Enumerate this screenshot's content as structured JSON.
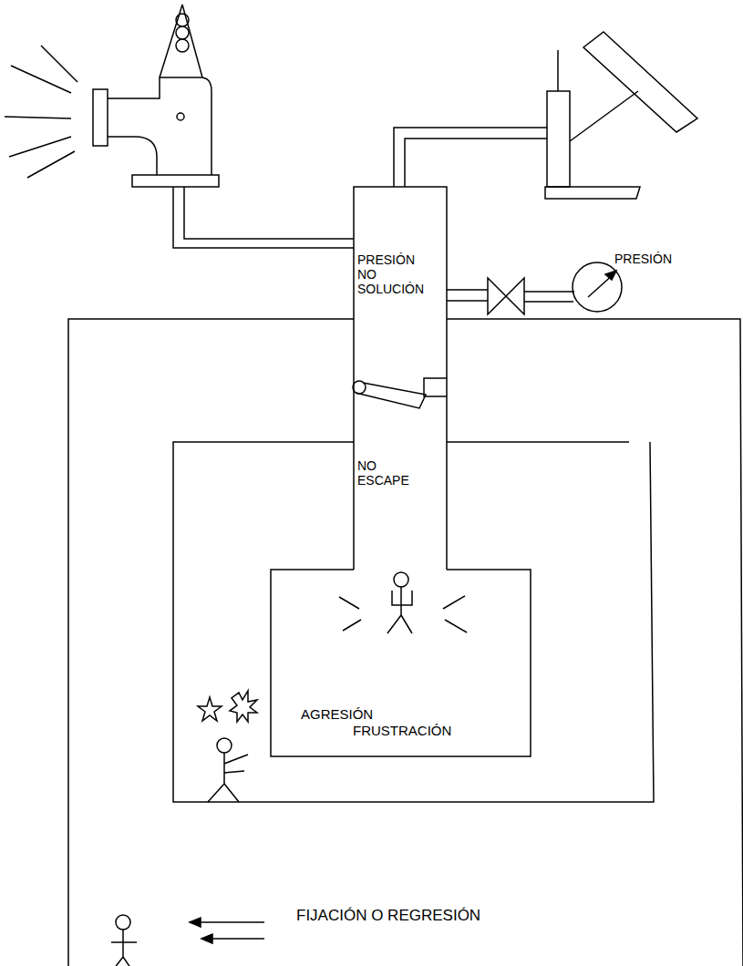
{
  "diagram": {
    "nodes": [
      {
        "text": [
          "PRESIÓN NO SOLUCIÓN",
          "NO ESCAPE"
        ]
      },
      {
        "text": [
          "FIJACIÓN O REGRESIÓN"
        ]
      },
      {
        "text": [
          "AGRESIÓN"
        ],
        "in": 1
      },
      {
        "text": [
          "FRUSTRACIÓN"
        ],
        "in": 2
      }
    ],
    "labels": [
      "PRESIÓN"
    ]
  }
}
